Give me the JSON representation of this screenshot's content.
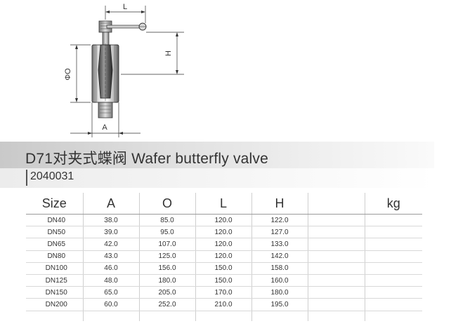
{
  "drawing": {
    "dim_l": "L",
    "dim_h": "H",
    "dim_o": "ΦO",
    "dim_a": "A"
  },
  "title": "D71对夹式蝶阀   Wafer butterfly valve",
  "code": "2040031",
  "table": {
    "headers": [
      "Size",
      "A",
      "O",
      "L",
      "H",
      "",
      "kg"
    ],
    "rows": [
      [
        "DN40",
        "38.0",
        "85.0",
        "120.0",
        "122.0",
        "",
        ""
      ],
      [
        "DN50",
        "39.0",
        "95.0",
        "120.0",
        "127.0",
        "",
        ""
      ],
      [
        "DN65",
        "42.0",
        "107.0",
        "120.0",
        "133.0",
        "",
        ""
      ],
      [
        "DN80",
        "43.0",
        "125.0",
        "120.0",
        "142.0",
        "",
        ""
      ],
      [
        "DN100",
        "46.0",
        "156.0",
        "150.0",
        "158.0",
        "",
        ""
      ],
      [
        "DN125",
        "48.0",
        "180.0",
        "150.0",
        "160.0",
        "",
        ""
      ],
      [
        "DN150",
        "65.0",
        "205.0",
        "170.0",
        "180.0",
        "",
        ""
      ],
      [
        "DN200",
        "60.0",
        "252.0",
        "210.0",
        "195.0",
        "",
        ""
      ]
    ]
  }
}
